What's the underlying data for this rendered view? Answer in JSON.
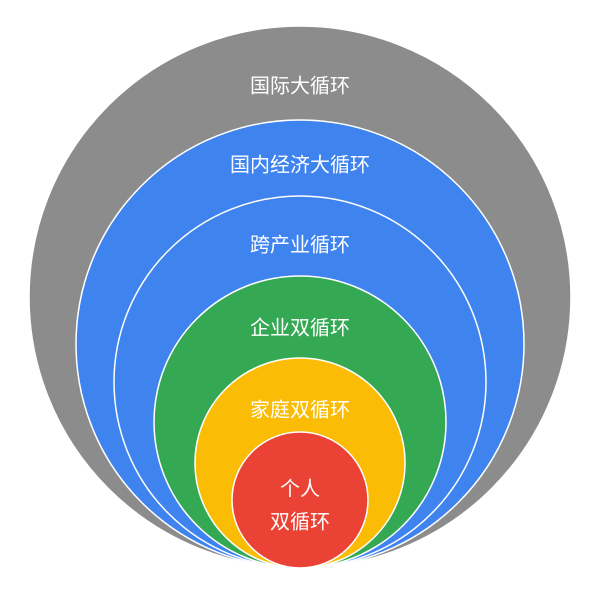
{
  "circles": [
    {
      "label": "国际大循环",
      "color": "#8c8c8c"
    },
    {
      "label": "国内经济大循环",
      "color": "#3f83ef"
    },
    {
      "label": "跨产业循环",
      "color": "#3f83ef"
    },
    {
      "label": "企业双循环",
      "color": "#34a853"
    },
    {
      "label": "家庭双循环",
      "color": "#fbbc05"
    },
    {
      "label_line1": "个人",
      "label_line2": "双循环",
      "color": "#ea4335"
    }
  ]
}
